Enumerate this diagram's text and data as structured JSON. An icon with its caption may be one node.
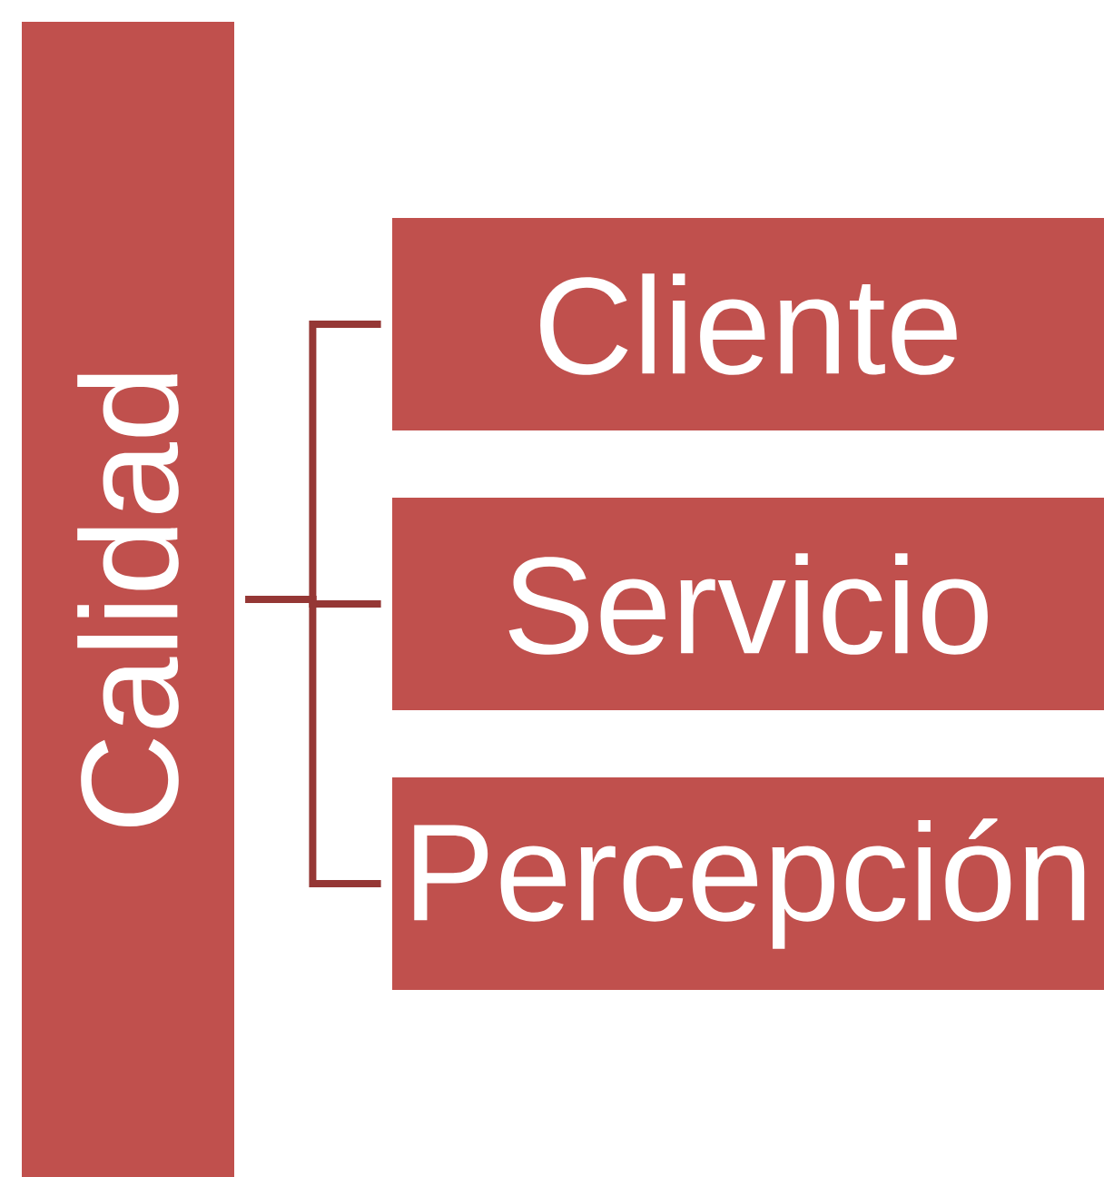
{
  "diagram": {
    "nodes": [
      {
        "text": [
          "Calidad"
        ]
      },
      {
        "text": [
          "Cliente"
        ]
      },
      {
        "text": [
          "Servicio"
        ]
      },
      {
        "text": [
          "Percepción"
        ]
      }
    ],
    "edges": [
      {
        "from": 0,
        "to": 1,
        "arrow": "none"
      },
      {
        "from": 0,
        "to": 2,
        "arrow": "none"
      },
      {
        "from": 0,
        "to": 3,
        "arrow": "none"
      }
    ]
  }
}
